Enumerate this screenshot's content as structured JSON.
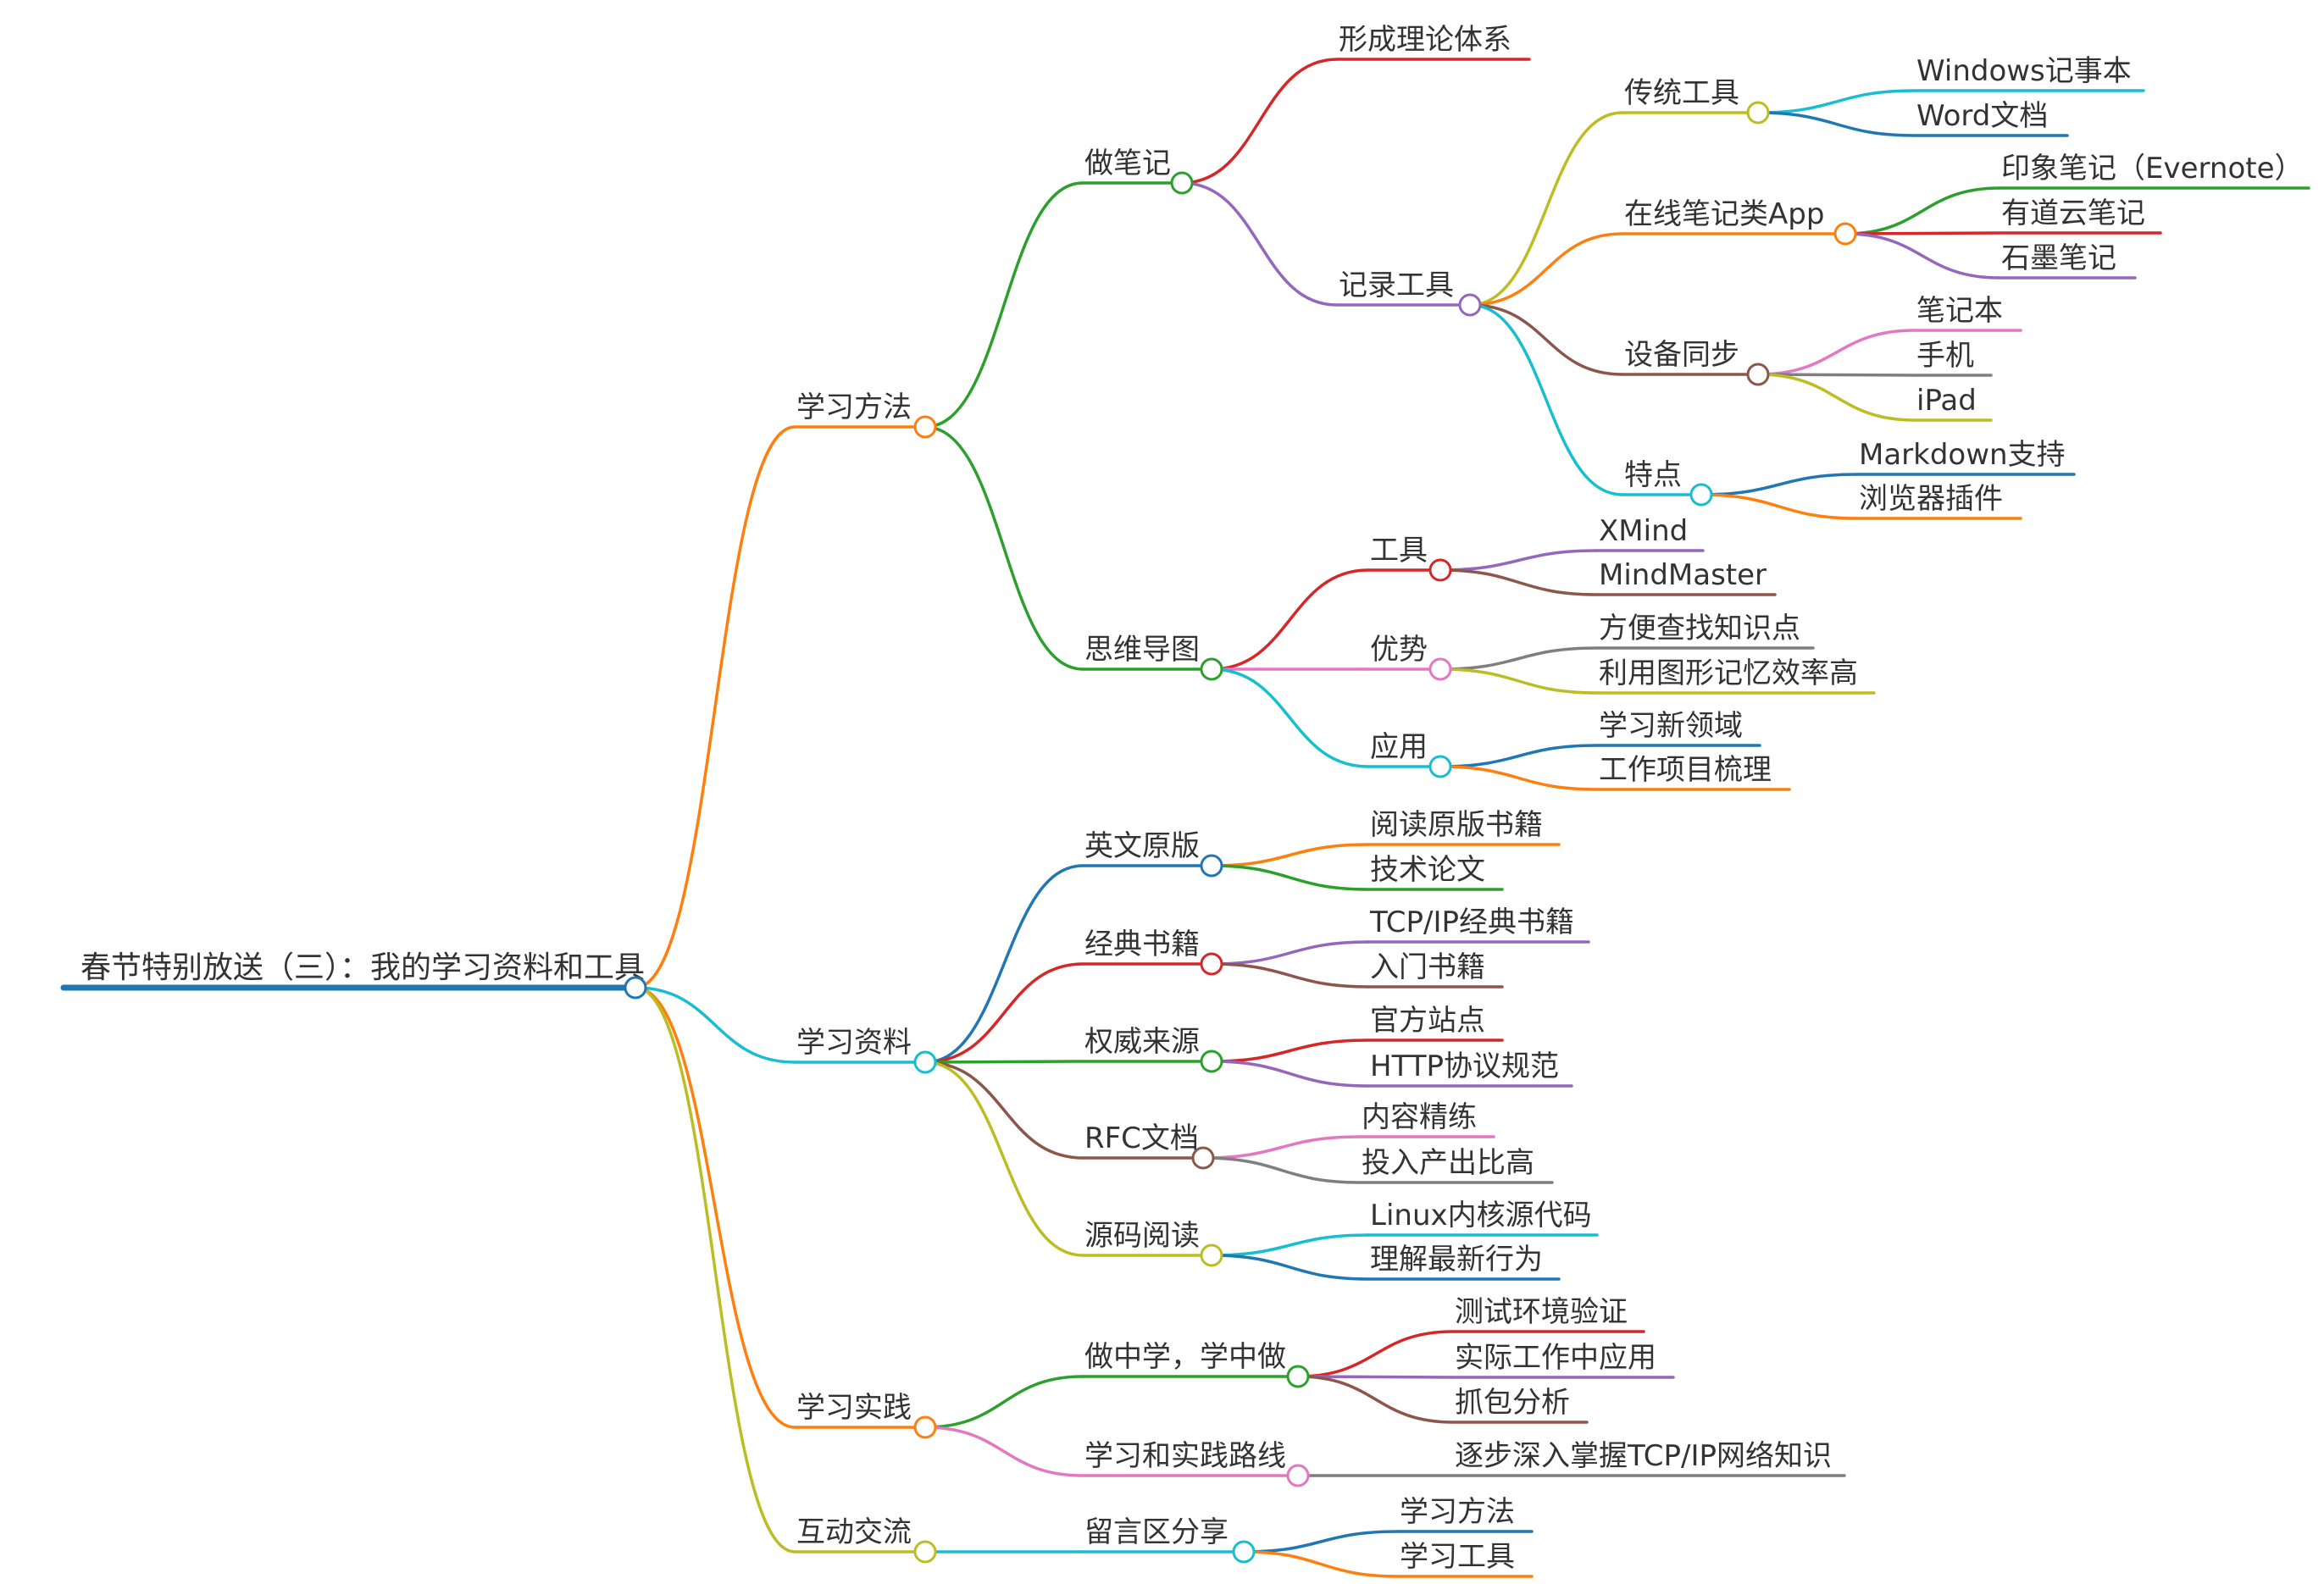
{
  "root": {
    "label": "春节特别放送（三）：我的学习资料和工具",
    "color": "#1f77b4",
    "children": [
      {
        "label": "学习方法",
        "color": "#ff7f0e",
        "children": [
          {
            "label": "做笔记",
            "color": "#2ca02c",
            "children": [
              {
                "label": "形成理论体系",
                "color": "#d62728"
              },
              {
                "label": "记录工具",
                "color": "#9467bd",
                "children": [
                  {
                    "label": "传统工具",
                    "color": "#bcbd22",
                    "children": [
                      {
                        "label": "Windows记事本",
                        "color": "#17becf"
                      },
                      {
                        "label": "Word文档",
                        "color": "#1f77b4"
                      }
                    ]
                  },
                  {
                    "label": "在线笔记类App",
                    "color": "#ff7f0e",
                    "children": [
                      {
                        "label": "印象笔记（Evernote）",
                        "color": "#2ca02c"
                      },
                      {
                        "label": "有道云笔记",
                        "color": "#d62728"
                      },
                      {
                        "label": "石墨笔记",
                        "color": "#9467bd"
                      }
                    ]
                  },
                  {
                    "label": "设备同步",
                    "color": "#8c564b",
                    "children": [
                      {
                        "label": "笔记本",
                        "color": "#e377c2"
                      },
                      {
                        "label": "手机",
                        "color": "#7f7f7f"
                      },
                      {
                        "label": "iPad",
                        "color": "#bcbd22"
                      }
                    ]
                  },
                  {
                    "label": "特点",
                    "color": "#17becf",
                    "children": [
                      {
                        "label": "Markdown支持",
                        "color": "#1f77b4"
                      },
                      {
                        "label": "浏览器插件",
                        "color": "#ff7f0e"
                      }
                    ]
                  }
                ]
              }
            ]
          },
          {
            "label": "思维导图",
            "color": "#2ca02c",
            "children": [
              {
                "label": "工具",
                "color": "#d62728",
                "children": [
                  {
                    "label": "XMind",
                    "color": "#9467bd"
                  },
                  {
                    "label": "MindMaster",
                    "color": "#8c564b"
                  }
                ]
              },
              {
                "label": "优势",
                "color": "#e377c2",
                "children": [
                  {
                    "label": "方便查找知识点",
                    "color": "#7f7f7f"
                  },
                  {
                    "label": "利用图形记忆效率高",
                    "color": "#bcbd22"
                  }
                ]
              },
              {
                "label": "应用",
                "color": "#17becf",
                "children": [
                  {
                    "label": "学习新领域",
                    "color": "#1f77b4"
                  },
                  {
                    "label": "工作项目梳理",
                    "color": "#ff7f0e"
                  }
                ]
              }
            ]
          }
        ]
      },
      {
        "label": "学习资料",
        "color": "#17becf",
        "children": [
          {
            "label": "英文原版",
            "color": "#1f77b4",
            "children": [
              {
                "label": "阅读原版书籍",
                "color": "#ff7f0e"
              },
              {
                "label": "技术论文",
                "color": "#2ca02c"
              }
            ]
          },
          {
            "label": "经典书籍",
            "color": "#d62728",
            "children": [
              {
                "label": "TCP/IP经典书籍",
                "color": "#9467bd"
              },
              {
                "label": "入门书籍",
                "color": "#8c564b"
              }
            ]
          },
          {
            "label": "权威来源",
            "color": "#2ca02c",
            "children": [
              {
                "label": "官方站点",
                "color": "#d62728"
              },
              {
                "label": "HTTP协议规范",
                "color": "#9467bd"
              }
            ]
          },
          {
            "label": "RFC文档",
            "color": "#8c564b",
            "children": [
              {
                "label": "内容精练",
                "color": "#e377c2"
              },
              {
                "label": "投入产出比高",
                "color": "#7f7f7f"
              }
            ]
          },
          {
            "label": "源码阅读",
            "color": "#bcbd22",
            "children": [
              {
                "label": "Linux内核源代码",
                "color": "#17becf"
              },
              {
                "label": "理解最新行为",
                "color": "#1f77b4"
              }
            ]
          }
        ]
      },
      {
        "label": "学习实践",
        "color": "#ff7f0e",
        "children": [
          {
            "label": "做中学，学中做",
            "color": "#2ca02c",
            "children": [
              {
                "label": "测试环境验证",
                "color": "#d62728"
              },
              {
                "label": "实际工作中应用",
                "color": "#9467bd"
              },
              {
                "label": "抓包分析",
                "color": "#8c564b"
              }
            ]
          },
          {
            "label": "学习和实践路线",
            "color": "#e377c2",
            "children": [
              {
                "label": "逐步深入掌握TCP/IP网络知识",
                "color": "#7f7f7f"
              }
            ]
          }
        ]
      },
      {
        "label": "互动交流",
        "color": "#bcbd22",
        "children": [
          {
            "label": "留言区分享",
            "color": "#17becf",
            "children": [
              {
                "label": "学习方法",
                "color": "#1f77b4"
              },
              {
                "label": "学习工具",
                "color": "#ff7f0e"
              }
            ]
          }
        ]
      }
    ]
  }
}
